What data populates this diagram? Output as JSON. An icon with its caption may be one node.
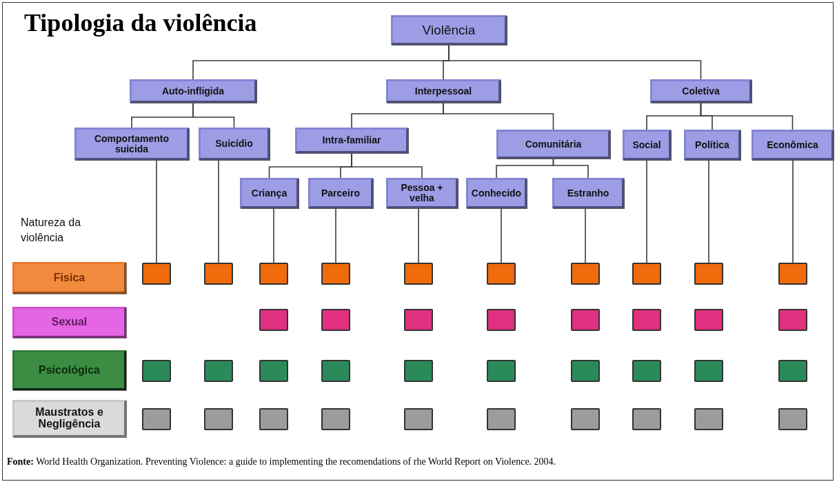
{
  "diagram": {
    "title": "Tipologia da violência",
    "caption": "**Fonte:** World Health Organization. Preventing Violence: a guide to implementing the recomendations of rhe World Report on Violence. 2004.",
    "nodes": [
      {
        "text": [
          "Violência"
        ]
      },
      {
        "text": [
          "Auto-infligida"
        ]
      },
      {
        "text": [
          "Interpessoal"
        ]
      },
      {
        "text": [
          "Coletiva"
        ]
      },
      {
        "text": [
          "Comportamento suicida"
        ]
      },
      {
        "text": [
          "Suicídio"
        ]
      },
      {
        "text": [
          "Intra-familiar"
        ]
      },
      {
        "text": [
          "Comunitária"
        ]
      },
      {
        "text": [
          "Social"
        ]
      },
      {
        "text": [
          "Política"
        ]
      },
      {
        "text": [
          "Econômica"
        ]
      },
      {
        "text": [
          "Criança"
        ]
      },
      {
        "text": [
          "Parceiro"
        ]
      },
      {
        "text": [
          "Pessoa + velha"
        ]
      },
      {
        "text": [
          "Conhecido"
        ]
      },
      {
        "text": [
          "Estranho"
        ]
      },
      {
        "text": [
          "Fisica"
        ]
      },
      {
        "text": [
          "Sexual"
        ]
      },
      {
        "text": [
          "Psicológica"
        ]
      },
      {
        "text": [
          "Maustratos e Negligência"
        ]
      },
      {
        "text": [],
        "shape": "box"
      },
      {
        "text": [],
        "shape": "box"
      },
      {
        "text": [],
        "shape": "box"
      },
      {
        "text": [],
        "shape": "box"
      },
      {
        "text": [],
        "shape": "box"
      },
      {
        "text": [],
        "shape": "box"
      },
      {
        "text": [],
        "shape": "box"
      },
      {
        "text": [],
        "shape": "box"
      },
      {
        "text": [],
        "shape": "box"
      },
      {
        "text": [],
        "shape": "box"
      },
      {
        "text": [],
        "shape": "box"
      },
      {
        "text": [],
        "shape": "box"
      },
      {
        "text": [],
        "shape": "box"
      },
      {
        "text": [],
        "shape": "box"
      },
      {
        "text": [],
        "shape": "box"
      },
      {
        "text": [],
        "shape": "box"
      },
      {
        "text": [],
        "shape": "box"
      },
      {
        "text": [],
        "shape": "box"
      },
      {
        "text": [],
        "shape": "box"
      },
      {
        "text": [],
        "shape": "box"
      },
      {
        "text": [],
        "shape": "box"
      },
      {
        "text": [],
        "shape": "box"
      },
      {
        "text": [],
        "shape": "box"
      },
      {
        "text": [],
        "shape": "box"
      },
      {
        "text": [],
        "shape": "box"
      },
      {
        "text": [],
        "shape": "box"
      },
      {
        "text": [],
        "shape": "box"
      },
      {
        "text": [],
        "shape": "box"
      },
      {
        "text": [],
        "shape": "box"
      },
      {
        "text": [],
        "shape": "box"
      },
      {
        "text": [],
        "shape": "box"
      },
      {
        "text": [],
        "shape": "box"
      },
      {
        "text": [],
        "shape": "box"
      },
      {
        "text": [],
        "shape": "box"
      },
      {
        "text": [],
        "shape": "box"
      },
      {
        "text": [],
        "shape": "box"
      },
      {
        "text": [],
        "shape": "box"
      },
      {
        "text": [],
        "shape": "box"
      }
    ],
    "edges": [
      {
        "from": 0,
        "to": 1,
        "arrow": "none"
      },
      {
        "from": 0,
        "to": 2,
        "arrow": "none"
      },
      {
        "from": 0,
        "to": 3,
        "arrow": "none"
      },
      {
        "from": 1,
        "to": 4,
        "arrow": "none"
      },
      {
        "from": 1,
        "to": 5,
        "arrow": "none"
      },
      {
        "from": 2,
        "to": 6,
        "arrow": "none"
      },
      {
        "from": 2,
        "to": 7,
        "arrow": "none"
      },
      {
        "from": 3,
        "to": 8,
        "arrow": "none"
      },
      {
        "from": 3,
        "to": 9,
        "arrow": "none"
      },
      {
        "from": 3,
        "to": 10,
        "arrow": "none"
      },
      {
        "from": 6,
        "to": 11,
        "arrow": "none"
      },
      {
        "from": 6,
        "to": 12,
        "arrow": "none"
      },
      {
        "from": 6,
        "to": 13,
        "arrow": "none"
      },
      {
        "from": 7,
        "to": 14,
        "arrow": "none"
      },
      {
        "from": 7,
        "to": 15,
        "arrow": "none"
      },
      {
        "from": 4,
        "to": 20,
        "arrow": "none"
      },
      {
        "from": 5,
        "to": 21,
        "arrow": "none"
      },
      {
        "from": 11,
        "to": 22,
        "arrow": "none"
      },
      {
        "from": 12,
        "to": 23,
        "arrow": "none"
      },
      {
        "from": 13,
        "to": 24,
        "arrow": "none"
      },
      {
        "from": 14,
        "to": 25,
        "arrow": "none"
      },
      {
        "from": 15,
        "to": 26,
        "arrow": "none"
      },
      {
        "from": 8,
        "to": 27,
        "arrow": "none"
      },
      {
        "from": 9,
        "to": 28,
        "arrow": "none"
      },
      {
        "from": 10,
        "to": 29,
        "arrow": "none"
      }
    ],
    "labels": [
      "Natureza da violência"
    ]
  }
}
